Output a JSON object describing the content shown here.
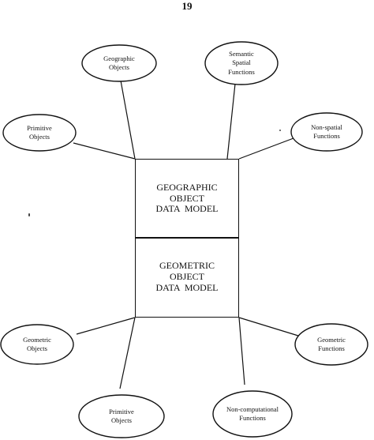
{
  "page_number": "19",
  "center": {
    "top_box": [
      "GEOGRAPHIC",
      "OBJECT",
      "DATA  MODEL"
    ],
    "bottom_box": [
      "GEOMETRIC",
      "OBJECT",
      "DATA  MODEL"
    ]
  },
  "nodes": {
    "geographic_objects": [
      "Geographic",
      "Objects"
    ],
    "semantic_spatial_functions": [
      "Semantic",
      "Spatial",
      "Functions"
    ],
    "primitive_objects_top": [
      "Primitive",
      "Objects"
    ],
    "non_spatial_functions": [
      "Non-spatial",
      "Functions"
    ],
    "geometric_objects": [
      "Geometric",
      "Objects"
    ],
    "geometric_functions": [
      "Geometric",
      "Functions"
    ],
    "primitive_objects_bottom": [
      "Primitive",
      "Objects"
    ],
    "non_computational_functions": [
      "Non-computational",
      "Functions"
    ]
  }
}
